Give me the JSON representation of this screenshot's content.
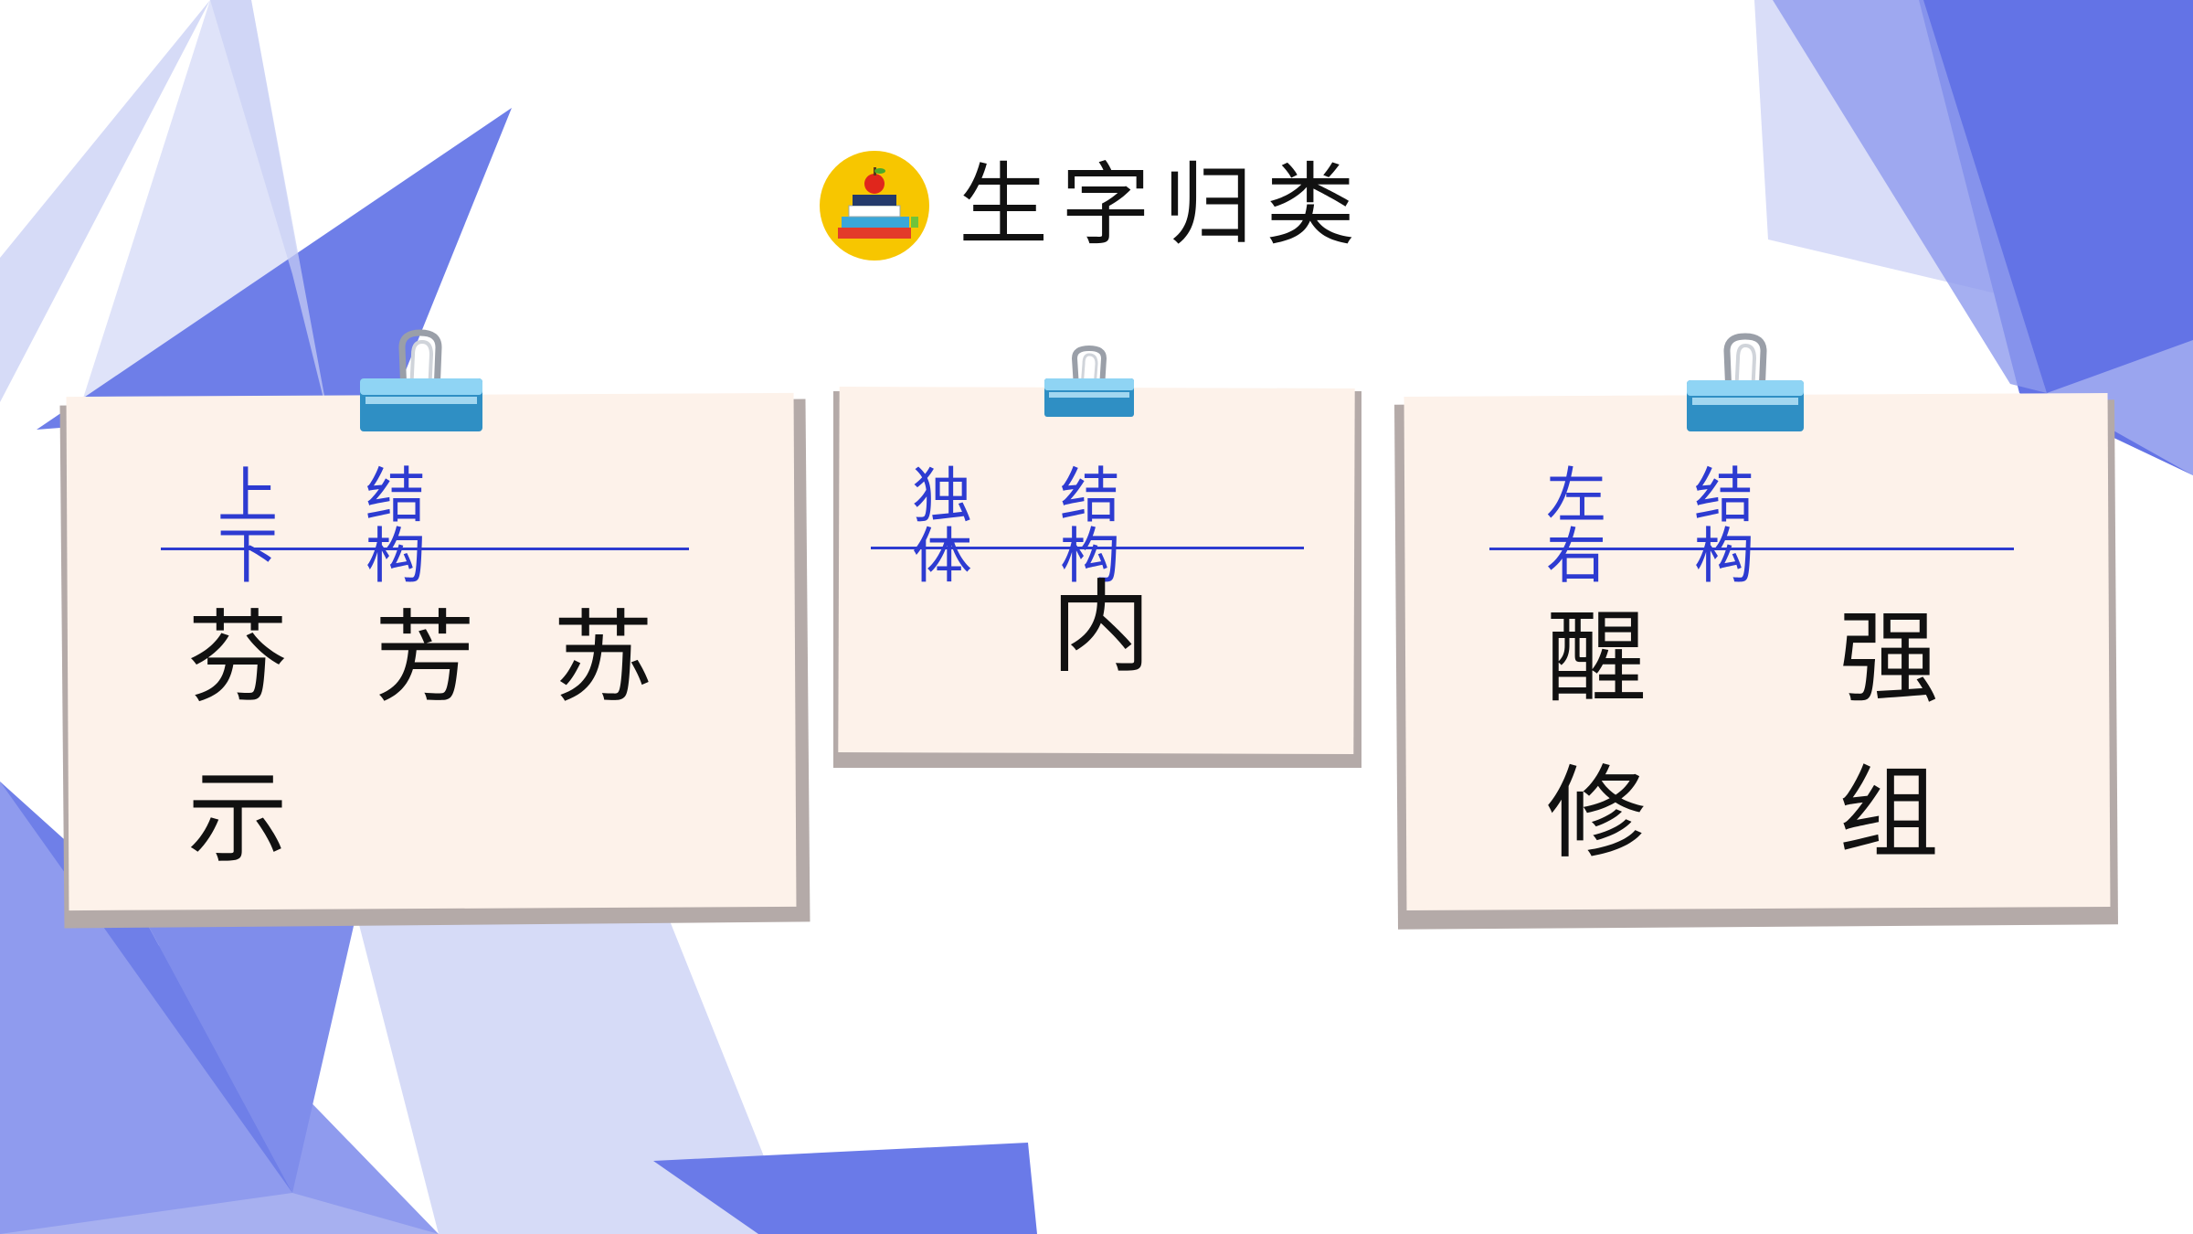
{
  "title": "生字归类",
  "colors": {
    "background": "#ffffff",
    "triangle_light": "#d6dbf7",
    "triangle_mid": "#8f9bee",
    "triangle_dark": "#6373e6",
    "heading_text": "#2d3bd1",
    "card_paper": "#fdf2ea",
    "card_shadow": "#b4aaa8",
    "icon_circle": "#f7c600"
  },
  "icons": {
    "title": "books-apple-icon",
    "clip": "binder-clip-icon"
  },
  "cards": [
    {
      "heading_a": "上下",
      "heading_b": "结构",
      "chars": [
        "芬",
        "芳",
        "苏",
        "示"
      ]
    },
    {
      "heading_a": "独体",
      "heading_b": "结构",
      "chars": [
        "内"
      ]
    },
    {
      "heading_a": "左右",
      "heading_b": "结构",
      "chars": [
        "醒",
        "强",
        "修",
        "组"
      ]
    }
  ]
}
